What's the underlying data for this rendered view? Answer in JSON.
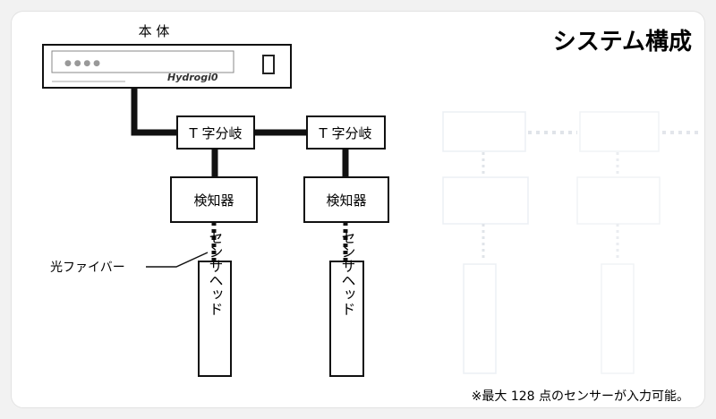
{
  "title": "システム構成",
  "main_unit": {
    "label": "本 体",
    "brand": "Hydrogi0"
  },
  "branches": [
    {
      "t_label": "T 字分岐",
      "detector": "検知器",
      "sensor": "センサヘッド"
    },
    {
      "t_label": "T 字分岐",
      "detector": "検知器",
      "sensor": "センサヘッド"
    }
  ],
  "fiber_label": "光ファイバー",
  "footnote": "※最大 128 点のセンサーが入力可能。",
  "colors": {
    "line": "#111111",
    "box_border": "#111111",
    "fade": "#c8ced8",
    "panel_bg": "#ffffff"
  }
}
